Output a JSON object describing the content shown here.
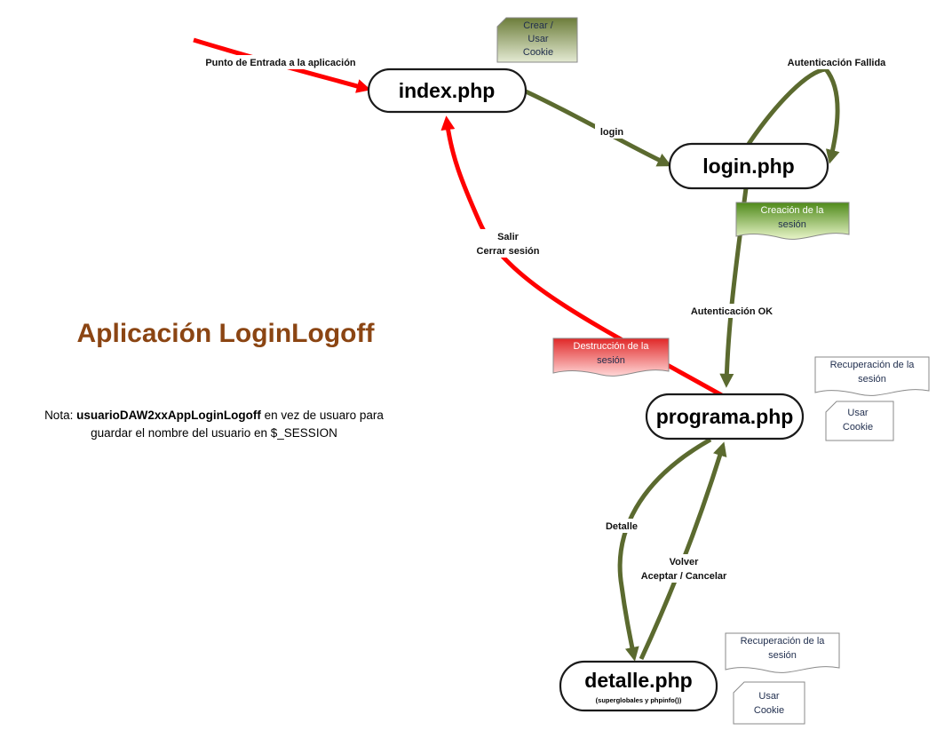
{
  "title": "Aplicación LoginLogoff",
  "note": {
    "prefix": "Nota: ",
    "bold": "usuarioDAW2xxAppLoginLogoff",
    "line1_rest": " en vez de usuaro para",
    "line2": "guardar el nombre del usuario en $_SESSION"
  },
  "nodes": {
    "index": "index.php",
    "login": "login.php",
    "programa": "programa.php",
    "detalle": "detalle.php",
    "detalle_sub": "(superglobales y phpinfo())"
  },
  "edges": {
    "entry": "Punto de Entrada a la aplicación",
    "login": "login",
    "auth_fail": "Autenticación Fallida",
    "auth_ok": "Autenticación OK",
    "salir_1": "Salir",
    "salir_2": "Cerrar sesión",
    "detalle": "Detalle",
    "volver_1": "Volver",
    "volver_2": "Aceptar / Cancelar"
  },
  "documents": {
    "crear_cookie": [
      "Crear /",
      "Usar",
      "Cookie"
    ],
    "creacion_sesion": [
      "Creación de la",
      "sesión"
    ],
    "destruccion_sesion": [
      "Destrucción de la",
      "sesión"
    ],
    "recuperacion_sesion_1": [
      "Recuperación de la",
      "sesión"
    ],
    "usar_cookie_1": [
      "Usar",
      "Cookie"
    ],
    "recuperacion_sesion_2": [
      "Recuperación de la",
      "sesión"
    ],
    "usar_cookie_2": [
      "Usar",
      "Cookie"
    ]
  },
  "colors": {
    "olive_arrow": "#5b6a2f",
    "red_arrow": "#ff0000",
    "title": "#8b4513",
    "doc_green": "#7fbf3a",
    "doc_red": "#f06060"
  }
}
